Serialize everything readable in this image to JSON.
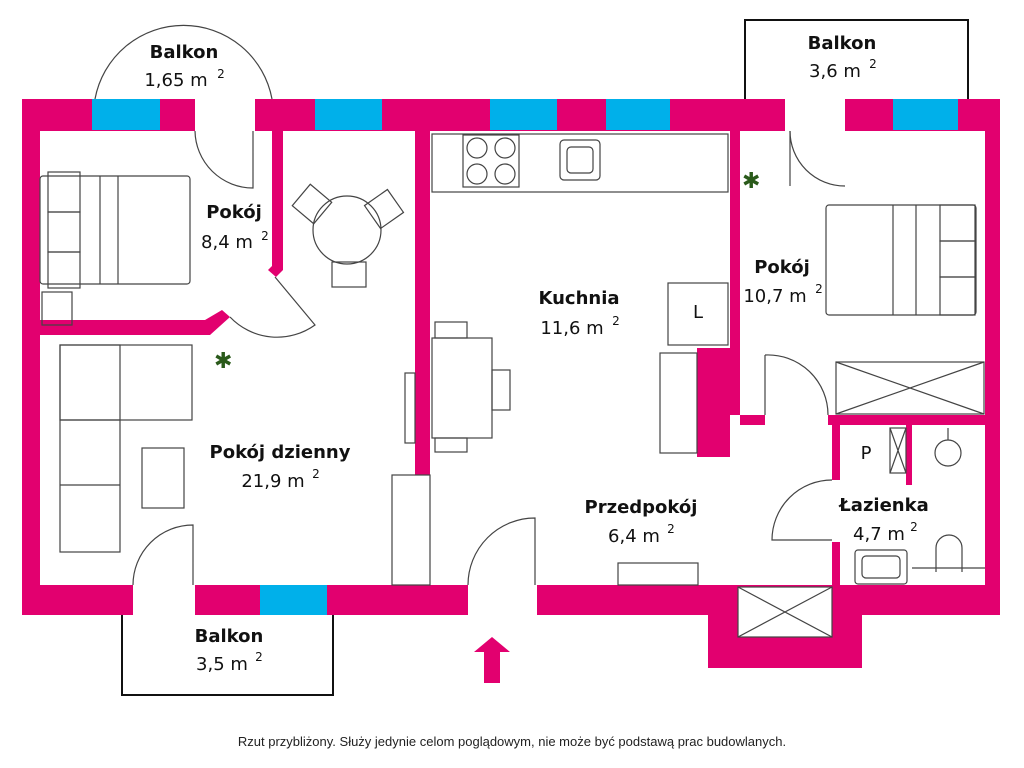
{
  "colors": {
    "wall": "#e2006f",
    "window": "#00b0ea"
  },
  "rooms": [
    {
      "name": "Balkon",
      "area": "1,65 m",
      "sup": "2"
    },
    {
      "name": "Balkon",
      "area": "3,6 m",
      "sup": "2"
    },
    {
      "name": "Pokój",
      "area": "8,4 m",
      "sup": "2"
    },
    {
      "name": "Kuchnia",
      "area": "11,6 m",
      "sup": "2"
    },
    {
      "name": "Pokój",
      "area": "10,7 m",
      "sup": "2"
    },
    {
      "name": "Pokój dzienny",
      "area": "21,9 m",
      "sup": "2"
    },
    {
      "name": "Przedpokój",
      "area": "6,4 m",
      "sup": "2"
    },
    {
      "name": "Łazienka",
      "area": "4,7 m",
      "sup": "2"
    },
    {
      "name": "Balkon",
      "area": "3,5 m",
      "sup": "2"
    }
  ],
  "markers": {
    "fridge": "L",
    "washer": "P"
  },
  "caption": "Rzut przybliżony. Służy jedynie celom poglądowym, nie może być podstawą prac budowlanych."
}
